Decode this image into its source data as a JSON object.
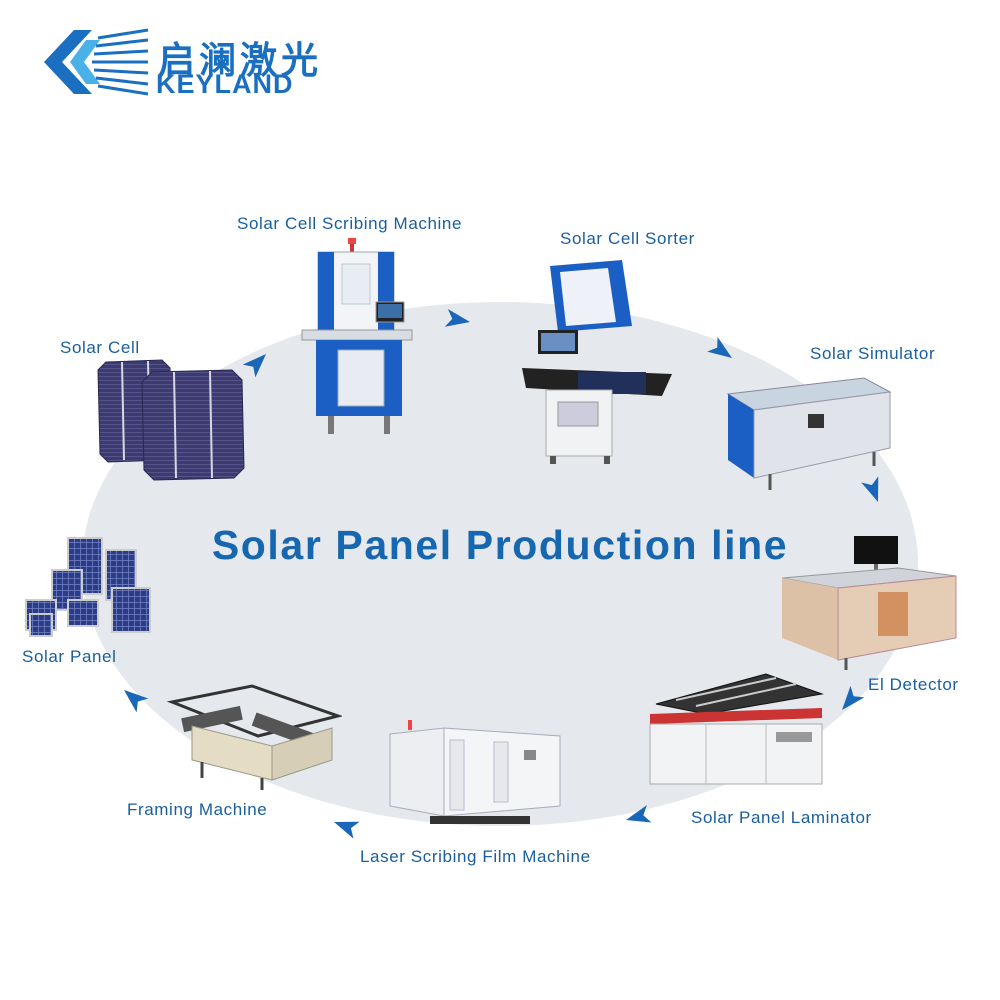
{
  "brand": {
    "name_cn": "启澜激光",
    "name_en": "KEYLAND",
    "logo_icon": "keyland-logo-icon",
    "color": "#1a6fc0"
  },
  "title": "Solar Panel Production line",
  "colors": {
    "title": "#1667b0",
    "label": "#1a5e9e",
    "arrow": "#1a66b8",
    "oval": "#e5e8ec"
  },
  "stations": [
    {
      "label": "Solar Cell",
      "icon": "solar-cell-icon"
    },
    {
      "label": "Solar Cell Scribing Machine",
      "icon": "scribing-machine-icon"
    },
    {
      "label": "Solar Cell Sorter",
      "icon": "cell-sorter-icon"
    },
    {
      "label": "Solar Simulator",
      "icon": "solar-simulator-icon"
    },
    {
      "label": "El Detector",
      "icon": "el-detector-icon"
    },
    {
      "label": "Solar Panel Laminator",
      "icon": "laminator-icon"
    },
    {
      "label": "Laser Scribing Film Machine",
      "icon": "laser-film-machine-icon"
    },
    {
      "label": "Framing Machine",
      "icon": "framing-machine-icon"
    },
    {
      "label": "Solar Panel",
      "icon": "solar-panel-icon"
    }
  ]
}
